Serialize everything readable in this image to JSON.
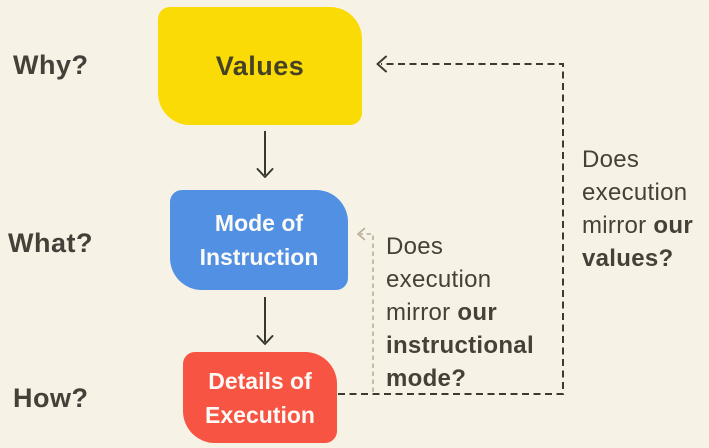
{
  "row_labels": {
    "why": "Why?",
    "what": "What?",
    "how": "How?"
  },
  "boxes": {
    "values": {
      "label": "Values",
      "color": "#FBDB05"
    },
    "mode_of_instruction": {
      "line1": "Mode of",
      "line2": "Instruction",
      "color": "#5190E2"
    },
    "details_of_execution": {
      "line1": "Details of",
      "line2": "Execution",
      "color": "#F75443"
    }
  },
  "annotations": {
    "values_feedback": {
      "line1": "Does",
      "line2": "execution",
      "line3_normal": "mirror ",
      "line3_bold": "our",
      "line4_bold": "values?"
    },
    "mode_feedback": {
      "line1": "Does",
      "line2": "execution",
      "line3_normal": "mirror ",
      "line3_bold": "our",
      "line4_bold": "instructional",
      "line5_bold": "mode?"
    }
  },
  "colors": {
    "background": "#F7F2E6",
    "values_box": "#FBDB05",
    "mode_box": "#5190E2",
    "details_box": "#F75443",
    "dark_text": "#45413A",
    "values_box_text": "#454126",
    "box_text_light": "#FBFAF6",
    "solid_arrow": "#3A372F",
    "feedback_dark_dash": "#3D3933",
    "feedback_tan_dash": "#B9AC97"
  }
}
